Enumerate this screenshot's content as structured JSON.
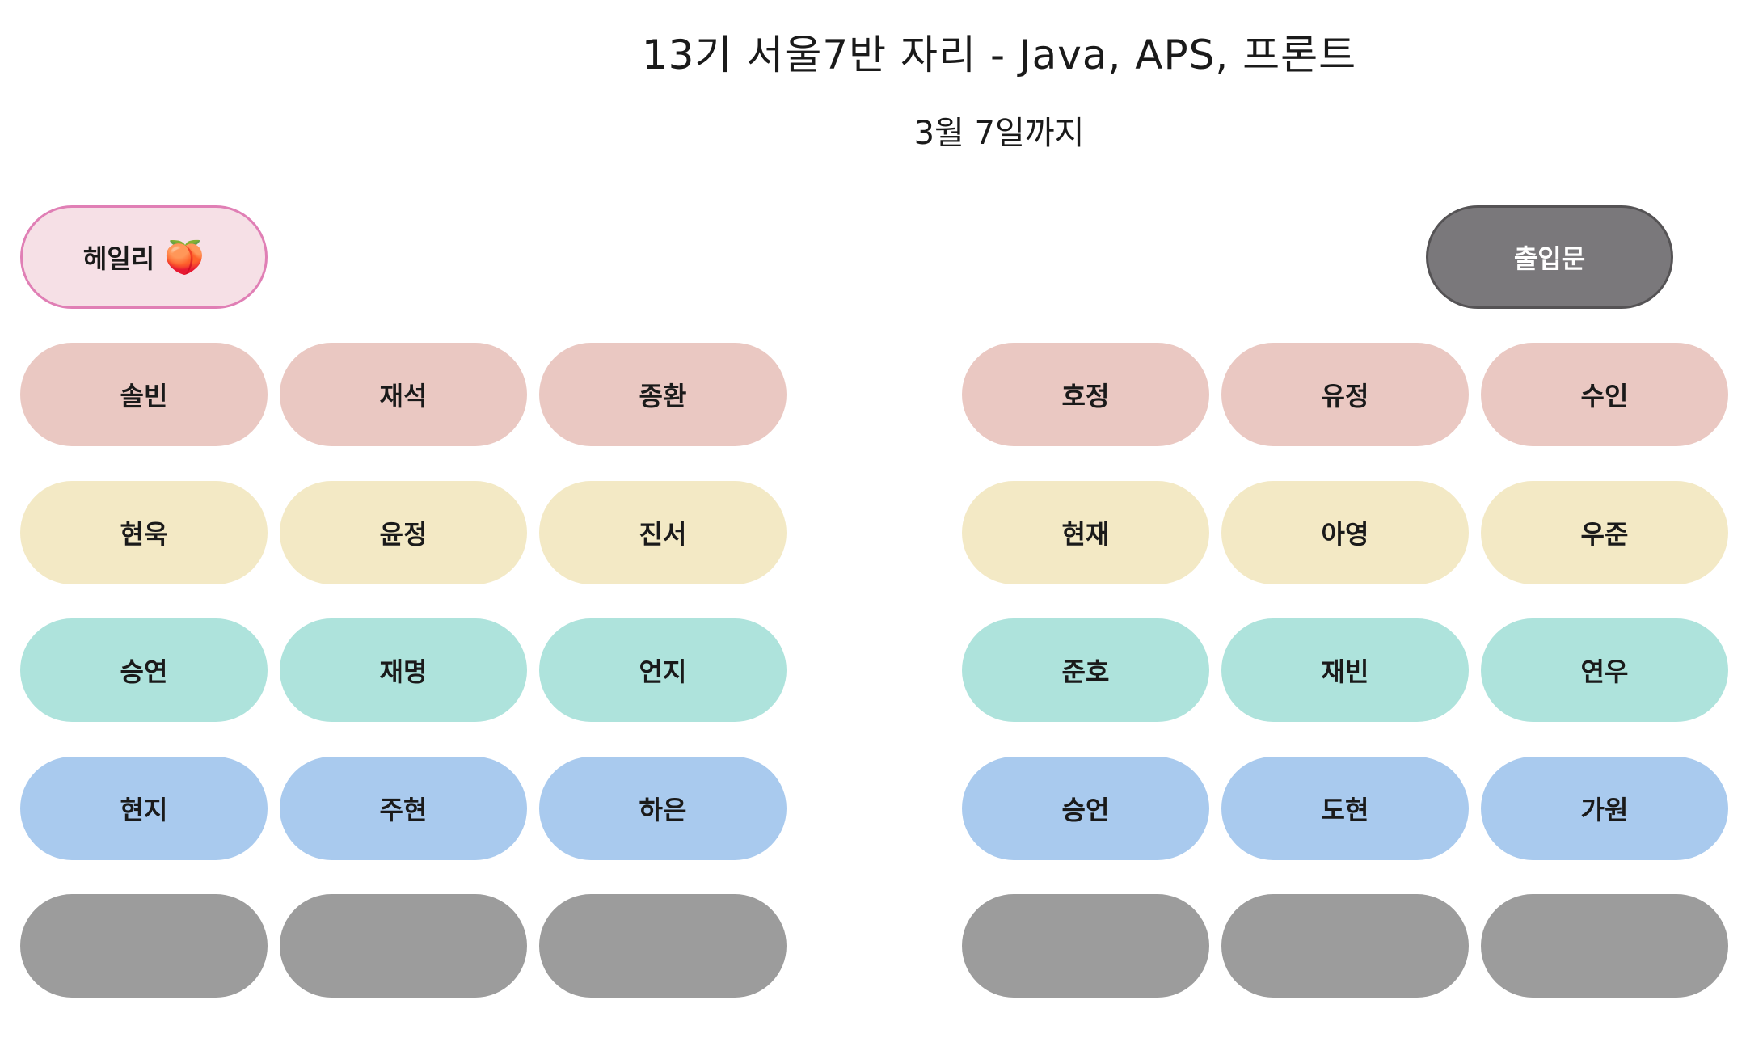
{
  "header": {
    "title": "13기 서울7반 자리 - Java, APS, 프론트",
    "subtitle": "3월 7일까지"
  },
  "instructor": {
    "label": "헤일리",
    "emoji": "🍑",
    "color": "#f6e0e6"
  },
  "entrance": {
    "label": "출입문",
    "color": "#7a787b"
  },
  "row_colors": [
    "#eac8c2",
    "#f3e9c5",
    "#aee3dc",
    "#a9caee",
    "#9c9c9c"
  ],
  "left_group": {
    "rows": [
      [
        "솔빈",
        "재석",
        "종환"
      ],
      [
        "현욱",
        "윤정",
        "진서"
      ],
      [
        "승연",
        "재명",
        "언지"
      ],
      [
        "현지",
        "주현",
        "하은"
      ],
      [
        "",
        "",
        ""
      ]
    ]
  },
  "right_group": {
    "rows": [
      [
        "호정",
        "유정",
        "수인"
      ],
      [
        "현재",
        "아영",
        "우준"
      ],
      [
        "준호",
        "재빈",
        "연우"
      ],
      [
        "승언",
        "도현",
        "가원"
      ],
      [
        "",
        "",
        ""
      ]
    ]
  }
}
